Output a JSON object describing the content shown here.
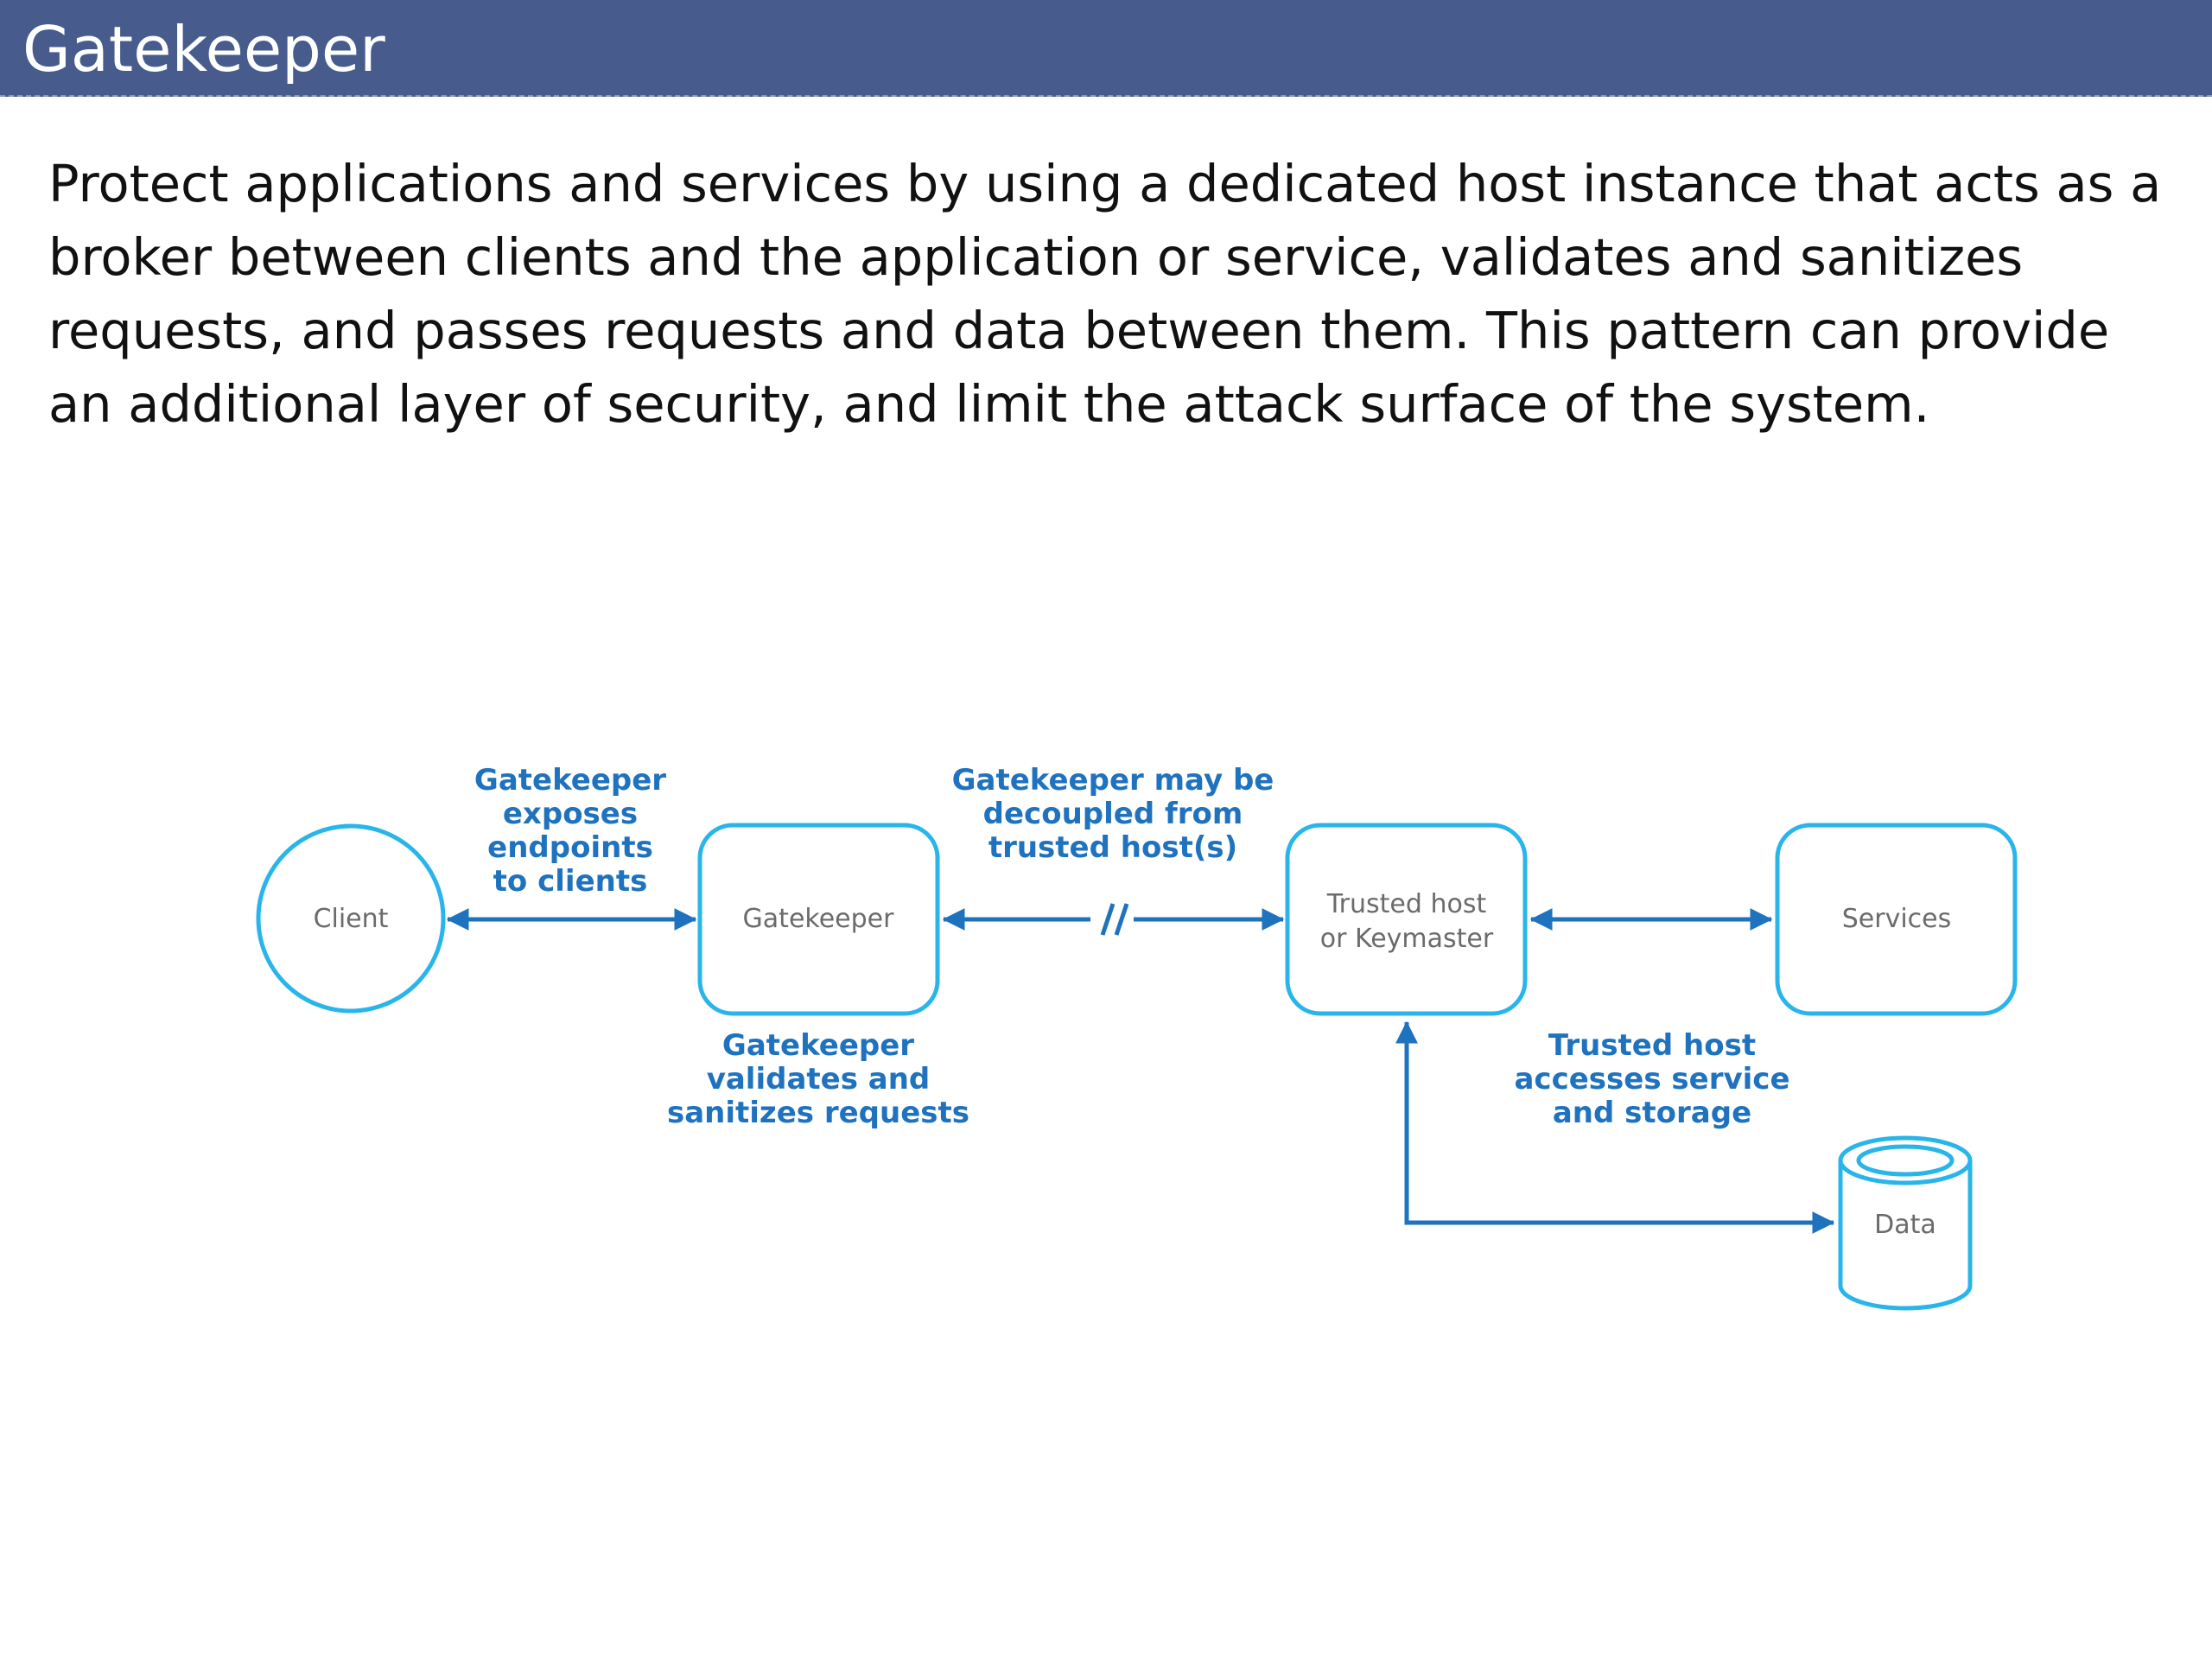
{
  "slide": {
    "title": "Gatekeeper",
    "description": "Protect applications and services by using a dedicated host instance that acts as a broker between clients and the application or service, validates and sanitizes requests, and passes requests and data between them. This pattern can provide an additional layer of security, and limit the attack surface of the system."
  },
  "diagram": {
    "nodes": {
      "client": "Client",
      "gatekeeper": "Gatekeeper",
      "trusted_host_line1": "Trusted host",
      "trusted_host_line2": "or Keymaster",
      "services": "Services",
      "data": "Data"
    },
    "callouts": {
      "exposes": [
        "Gatekeeper",
        "exposes",
        "endpoints",
        "to clients"
      ],
      "decoupled": [
        "Gatekeeper may be",
        "decoupled from",
        "trusted host(s)"
      ],
      "validates": [
        "Gatekeeper",
        "validates and",
        "sanitizes requests"
      ],
      "accesses": [
        "Trusted host",
        "accesses service",
        "and storage"
      ]
    },
    "colors": {
      "node_outline": "#29b5ea",
      "arrow": "#1f72be",
      "callout_text": "#1f72be",
      "node_text": "#6b6b6b"
    }
  }
}
